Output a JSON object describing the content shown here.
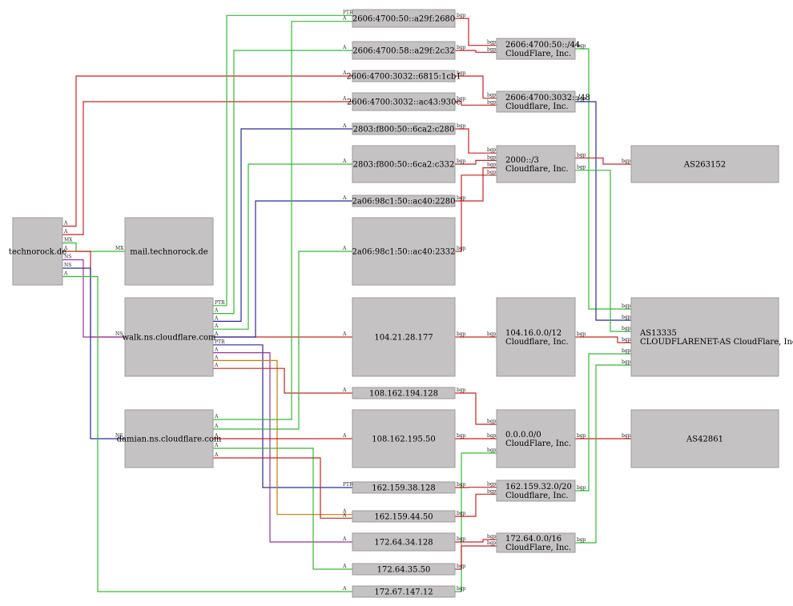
{
  "nodes": {
    "technorock": [
      "technorock.de"
    ],
    "mail": [
      "mail.technorock.de"
    ],
    "walk": [
      "walk.ns.cloudflare.com"
    ],
    "damian": [
      "damian.ns.cloudflare.com"
    ],
    "ip1": [
      "2606:4700:50::a29f:2680"
    ],
    "ip2": [
      "2606:4700:58::a29f:2c32"
    ],
    "ip3": [
      "2606:4700:3032::6815:1cb1"
    ],
    "ip4": [
      "2606:4700:3032::ac43:930c"
    ],
    "ip5": [
      "2803:f800:50::6ca2:c280"
    ],
    "ip6": [
      "2803:f800:50::6ca2:c332"
    ],
    "ip7": [
      "2a06:98c1:50::ac40:2280"
    ],
    "ip8": [
      "2a06:98c1:50::ac40:2332"
    ],
    "ip9": [
      "104.21.28.177"
    ],
    "ip10": [
      "108.162.194.128"
    ],
    "ip11": [
      "108.162.195.50"
    ],
    "ip12": [
      "162.159.38.128"
    ],
    "ip13": [
      "162.159.44.50"
    ],
    "ip14": [
      "172.64.34.128"
    ],
    "ip15": [
      "172.64.35.50"
    ],
    "ip16": [
      "172.67.147.12"
    ],
    "pfx1": [
      "2606:4700:50::/44",
      "CloudFlare, Inc."
    ],
    "pfx2": [
      "2606:4700:3032::/48",
      "Cloudflare, Inc."
    ],
    "pfx3": [
      "2000::/3",
      "Cloudflare, Inc."
    ],
    "pfx4": [
      "104.16.0.0/12",
      "Cloudflare, Inc."
    ],
    "pfx5": [
      "0.0.0.0/0",
      "CloudFlare, Inc."
    ],
    "pfx6": [
      "162.159.32.0/20",
      "Cloudflare, Inc."
    ],
    "pfx7": [
      "172.64.0.0/16",
      "CloudFlare, Inc."
    ],
    "as1": [
      "AS263152"
    ],
    "as2": [
      "AS13335",
      "CLOUDFLARENET-AS CloudFlare, Inc."
    ],
    "as3": [
      "AS42861"
    ]
  },
  "edges": [
    {
      "from": "technorock",
      "to": "ip3",
      "label": "A",
      "color": "#cc2222"
    },
    {
      "from": "technorock",
      "to": "ip4",
      "label": "A",
      "color": "#cc2222"
    },
    {
      "from": "technorock",
      "to": "mail",
      "label": "MX",
      "color": "#33bb33"
    },
    {
      "from": "technorock",
      "to": "ip9",
      "label": "A",
      "color": "#cc2222"
    },
    {
      "from": "technorock",
      "to": "walk",
      "label": "NS",
      "color": "#993399"
    },
    {
      "from": "technorock",
      "to": "damian",
      "label": "NS",
      "color": "#2a2a9a"
    },
    {
      "from": "technorock",
      "to": "ip16",
      "label": "A",
      "color": "#33bb33"
    },
    {
      "from": "walk",
      "to": "ip1",
      "label": "PTR",
      "color": "#33bb33"
    },
    {
      "from": "walk",
      "to": "ip2",
      "label": "A",
      "color": "#33bb33"
    },
    {
      "from": "walk",
      "to": "ip5",
      "label": "A",
      "color": "#2a2a9a"
    },
    {
      "from": "walk",
      "to": "ip6",
      "label": "A",
      "color": "#33bb33"
    },
    {
      "from": "walk",
      "to": "ip7",
      "label": "A",
      "color": "#2a2a9a"
    },
    {
      "from": "walk",
      "to": "ip12",
      "label": "PTR",
      "color": "#2a2a9a"
    },
    {
      "from": "walk",
      "to": "ip14",
      "label": "A",
      "color": "#993399"
    },
    {
      "from": "walk",
      "to": "ip13",
      "label": "A",
      "color": "#cc7a00"
    },
    {
      "from": "walk",
      "to": "ip10",
      "label": "A",
      "color": "#cc2222"
    },
    {
      "from": "damian",
      "to": "ip1",
      "label": "A",
      "color": "#33bb33"
    },
    {
      "from": "damian",
      "to": "ip8",
      "label": "A",
      "color": "#33bb33"
    },
    {
      "from": "damian",
      "to": "ip11",
      "label": "A",
      "color": "#cc2222"
    },
    {
      "from": "damian",
      "to": "ip15",
      "label": "A",
      "color": "#33bb33"
    },
    {
      "from": "damian",
      "to": "ip13",
      "label": "A",
      "color": "#cc2222"
    },
    {
      "from": "ip1",
      "to": "pfx1",
      "label": "bgp",
      "color": "#cc2222"
    },
    {
      "from": "ip2",
      "to": "pfx1",
      "label": "bgp",
      "color": "#cc2222"
    },
    {
      "from": "ip3",
      "to": "pfx2",
      "label": "bgp",
      "color": "#cc2222"
    },
    {
      "from": "ip4",
      "to": "pfx2",
      "label": "bgp",
      "color": "#cc2222"
    },
    {
      "from": "ip5",
      "to": "pfx3",
      "label": "bgp",
      "color": "#cc2222"
    },
    {
      "from": "ip6",
      "to": "pfx3",
      "label": "bgp",
      "color": "#cc2222"
    },
    {
      "from": "ip7",
      "to": "pfx3",
      "label": "bgp",
      "color": "#cc2222"
    },
    {
      "from": "ip8",
      "to": "pfx3",
      "label": "bgp",
      "color": "#cc2222"
    },
    {
      "from": "ip9",
      "to": "pfx4",
      "label": "bgp",
      "color": "#cc2222"
    },
    {
      "from": "ip10",
      "to": "pfx5",
      "label": "bgp",
      "color": "#cc2222"
    },
    {
      "from": "ip11",
      "to": "pfx5",
      "label": "bgp",
      "color": "#cc2222"
    },
    {
      "from": "ip16",
      "to": "pfx5",
      "label": "bgp",
      "color": "#33bb33"
    },
    {
      "from": "ip12",
      "to": "pfx6",
      "label": "bgp",
      "color": "#cc2222"
    },
    {
      "from": "ip13",
      "to": "pfx6",
      "label": "bgp",
      "color": "#cc2222"
    },
    {
      "from": "ip14",
      "to": "pfx7",
      "label": "bgp",
      "color": "#cc2222"
    },
    {
      "from": "ip15",
      "to": "pfx7",
      "label": "bgp",
      "color": "#cc2222"
    },
    {
      "from": "pfx1",
      "to": "as2",
      "label": "bgp",
      "color": "#33bb33"
    },
    {
      "from": "pfx2",
      "to": "as2",
      "label": "bgp",
      "color": "#2a2a9a"
    },
    {
      "from": "pfx3",
      "to": "as1",
      "label": "bgp",
      "color": "#cc2222"
    },
    {
      "from": "pfx3",
      "to": "as2",
      "label": "bgp",
      "color": "#33bb33"
    },
    {
      "from": "pfx4",
      "to": "as2",
      "label": "bgp",
      "color": "#cc2222"
    },
    {
      "from": "pfx5",
      "to": "as3",
      "label": "bgp",
      "color": "#cc2222"
    },
    {
      "from": "pfx6",
      "to": "as2",
      "label": "bgp",
      "color": "#33bb33"
    },
    {
      "from": "pfx7",
      "to": "as2",
      "label": "bgp",
      "color": "#33bb33"
    }
  ]
}
